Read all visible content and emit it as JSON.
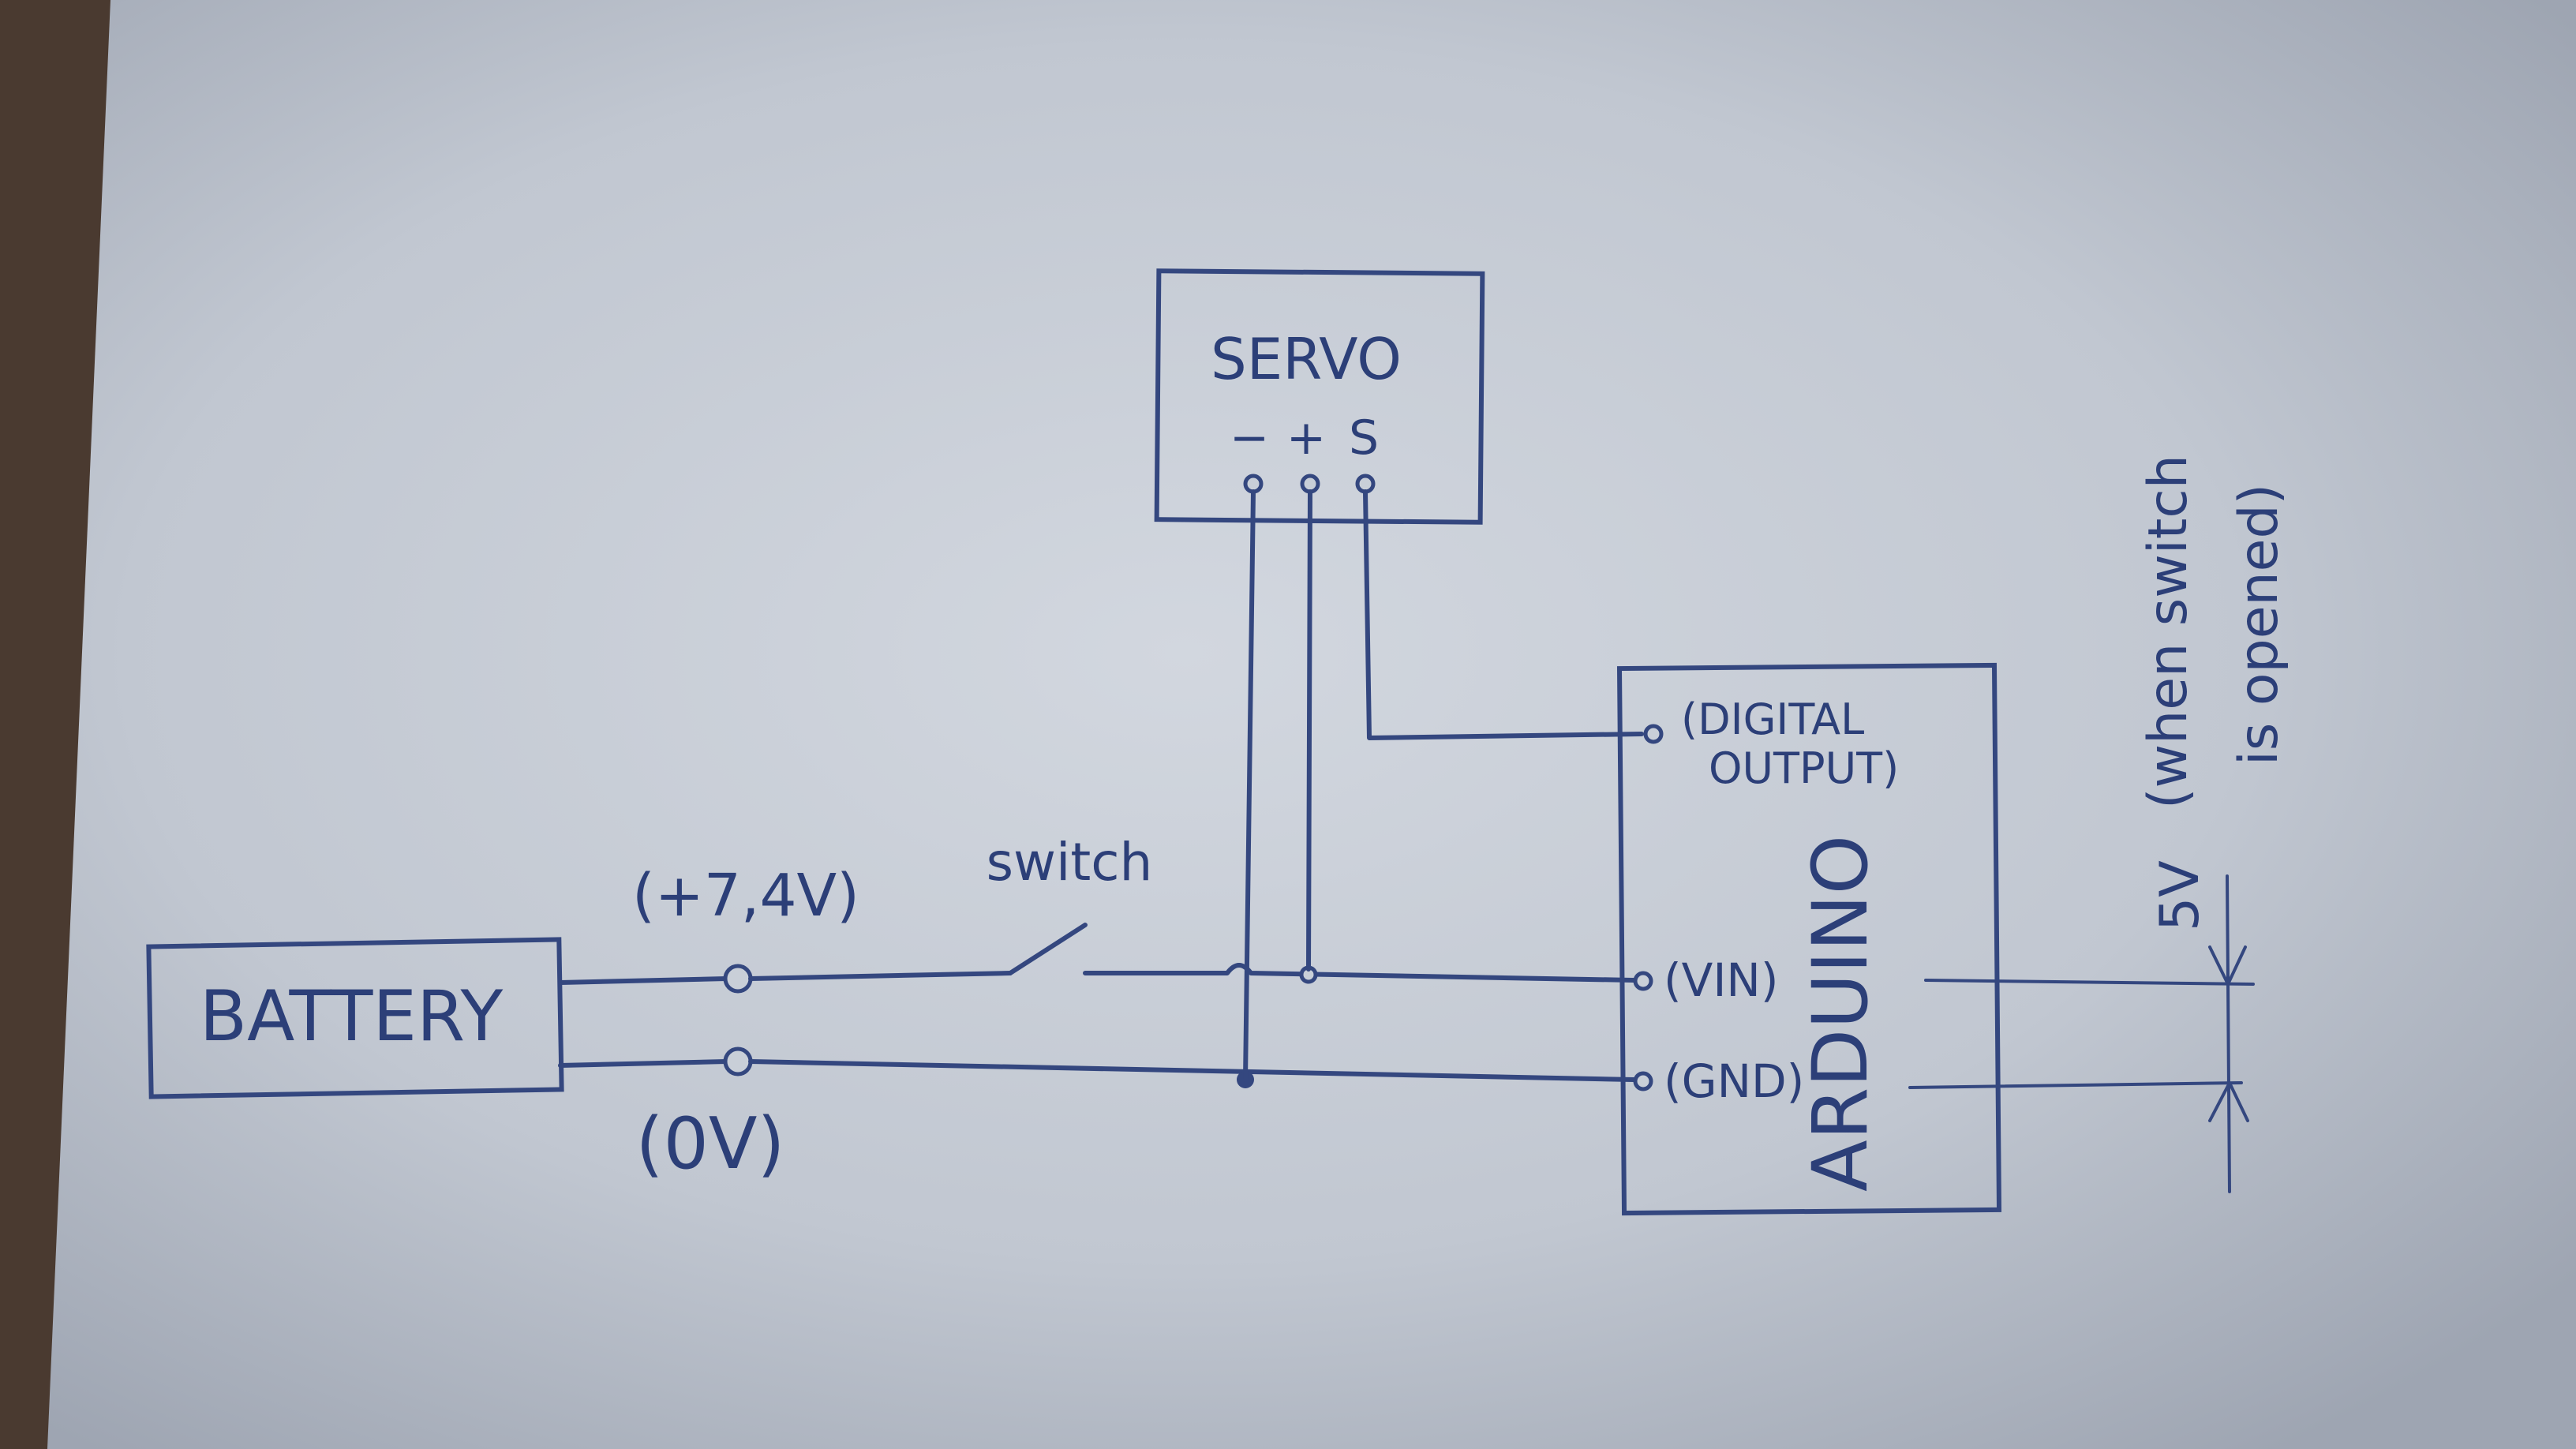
{
  "diagram": {
    "battery": {
      "label": "BATTERY"
    },
    "servo": {
      "label": "SERVO",
      "pin_minus": "−",
      "pin_plus": "+",
      "pin_signal": "S"
    },
    "arduino": {
      "label": "ARDUINO",
      "pin_digital_line1": "DIGITAL",
      "pin_digital_line2": "OUTPUT",
      "pin_vin": "VIN",
      "pin_gnd": "GND"
    },
    "labels": {
      "positive": "(+7,4V)",
      "ground": "(0V)",
      "switch": "switch"
    },
    "annotation": {
      "voltage": "5V",
      "note_line1": "(when switch",
      "note_line2": "is opened)"
    }
  },
  "colors": {
    "ink": "#34477f",
    "paper": "#c9cfd8"
  }
}
